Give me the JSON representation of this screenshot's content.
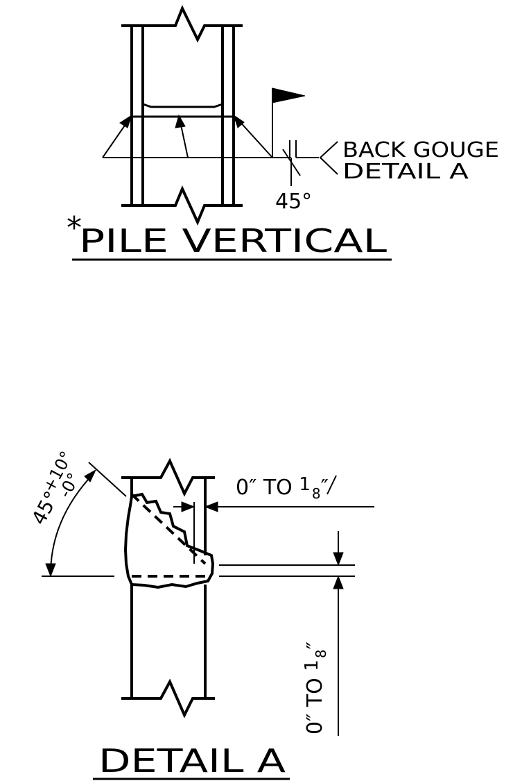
{
  "pile_vertical": {
    "asterisk": "*",
    "title": "PILE VERTICAL",
    "note_line1": "BACK GOUGE",
    "note_line2": "DETAIL A",
    "angle": "45°"
  },
  "detail_a": {
    "title": "DETAIL A",
    "gap_label_main": "0″ TO ",
    "gap_label_frac_num": "1",
    "gap_label_frac_den": "8",
    "gap_label_frac_unit": "″",
    "vertical_label_main": "0″ TO ",
    "vertical_label_frac_num": "1",
    "vertical_label_frac_den": "8",
    "vertical_label_frac_unit": "″",
    "angle_main": "45°",
    "angle_tol_plus": "+10°",
    "angle_tol_minus": "-0°"
  }
}
